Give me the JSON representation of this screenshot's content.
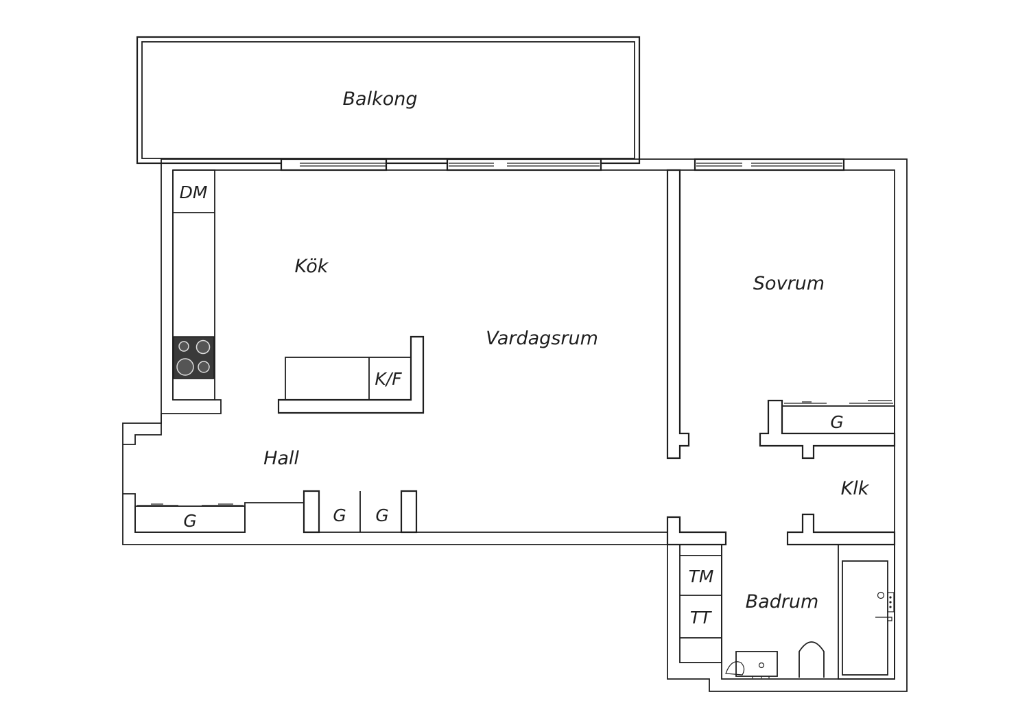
{
  "rooms": {
    "balkong": "Balkong",
    "kok": "Kök",
    "vardagsrum": "Vardagsrum",
    "sovrum": "Sovrum",
    "hall": "Hall",
    "klk": "Klk",
    "badrum": "Badrum"
  },
  "fixtures": {
    "dishwasher": "DM",
    "fridge_freezer": "K/F",
    "closet": "G",
    "washing_machine": "TM",
    "tumble_dryer": "TT"
  },
  "colors": {
    "line": "#1e1e1e",
    "background": "#ffffff",
    "stove": "#3a3a3a"
  }
}
